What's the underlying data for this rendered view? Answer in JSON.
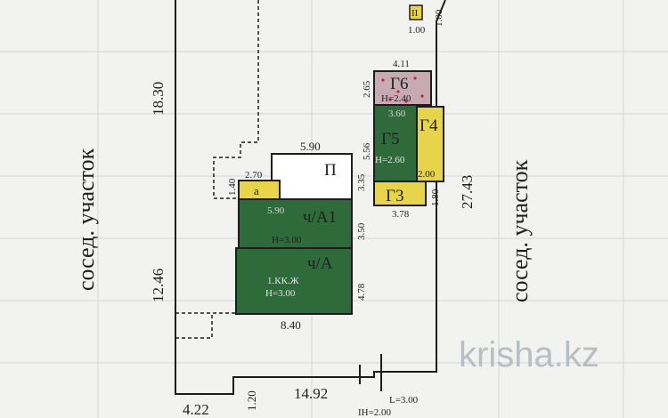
{
  "neighbors": {
    "left": "сосед. участок",
    "right": "сосед. участок"
  },
  "dimensions": {
    "d_18_30": "18.30",
    "d_12_46": "12.46",
    "d_27_43": "27.43",
    "d_14_92": "14.92",
    "d_4_22": "4.22",
    "d_1_20": "1.20",
    "d_8_40": "8.40",
    "d_5_90": "5.90",
    "d_3_35": "3.35",
    "d_3_50": "3.50",
    "d_4_78": "4.78",
    "d_2_70": "2.70",
    "d_1_40": "1.40",
    "d_4_11": "4.11",
    "d_2_65": "2.65",
    "d_5_56": "5.56",
    "d_3_78": "3.78",
    "d_1_80": "1.80",
    "d_2_00": "2.00",
    "d_1_00_a": "1.00",
    "d_1_00_b": "1.00",
    "L": "L=3.00",
    "IH": "IH=2.00"
  },
  "buildings": {
    "A1": {
      "label": "ч/А1",
      "height": "H=3.00",
      "extra": "5.90"
    },
    "A": {
      "label": "ч/А",
      "material": "1.КК.Ж",
      "height": "H=3.00"
    },
    "a": {
      "label": "а"
    },
    "P": {
      "label": "П"
    },
    "G3": {
      "label": "Г3"
    },
    "G4": {
      "label": "Г4"
    },
    "G5": {
      "label": "Г5",
      "height": "H=2.60",
      "extra": "3.60"
    },
    "G6": {
      "label": "Г6",
      "height": "H=2.40"
    },
    "II": {
      "label": "II"
    }
  },
  "watermark": "krisha.kz",
  "colors": {
    "green": "#2e6a3a",
    "yellow": "#e7d44a",
    "pink": "#c7aab4",
    "line": "#1c1c1c",
    "grid": "#d4d6da"
  }
}
